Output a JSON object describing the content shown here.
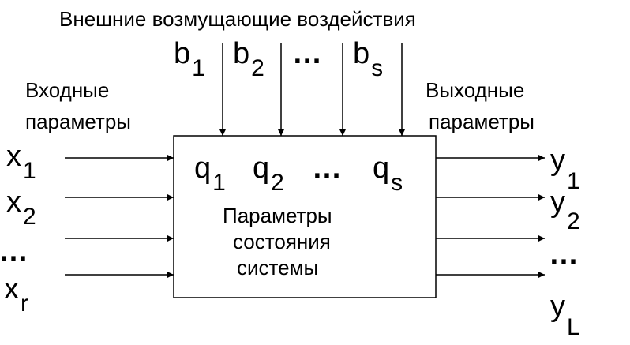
{
  "header": {
    "title": "Внешние возмущающие  воздействия"
  },
  "left_label": {
    "line1": "Входные",
    "line2": "параметры"
  },
  "right_label": {
    "line1": "Выходные",
    "line2": "параметры"
  },
  "disturbances": {
    "b1": {
      "base": "b",
      "sub": "1"
    },
    "b2": {
      "base": "b",
      "sub": "2"
    },
    "dots": "…",
    "bs": {
      "base": "b",
      "sub": "s"
    }
  },
  "inputs": {
    "x1": {
      "base": "x",
      "sub": "1"
    },
    "x2": {
      "base": "x",
      "sub": "2"
    },
    "dots": "…",
    "xr": {
      "base": "x",
      "sub": "r"
    }
  },
  "outputs": {
    "y1": {
      "base": "y",
      "sub": "1"
    },
    "y2": {
      "base": "y",
      "sub": "2"
    },
    "dots": "…",
    "yL": {
      "base": "y",
      "sub": "L"
    }
  },
  "state": {
    "q1": {
      "base": "q",
      "sub": "1"
    },
    "q2": {
      "base": "q",
      "sub": "2"
    },
    "dots": "…",
    "qs": {
      "base": "q",
      "sub": "s"
    }
  },
  "box_label": {
    "line1": "Параметры",
    "line2": "состояния",
    "line3": "системы"
  }
}
